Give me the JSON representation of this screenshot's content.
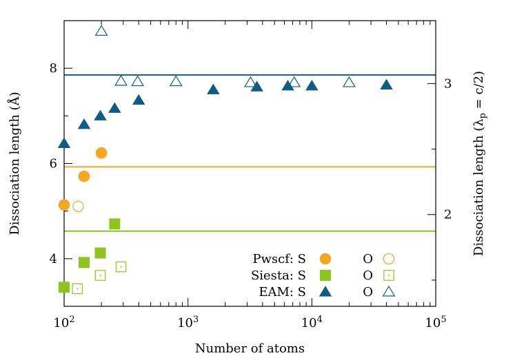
{
  "chart_data": {
    "type": "scatter",
    "x_scale": "log",
    "xlim": [
      100,
      100000
    ],
    "ylim": [
      3,
      9
    ],
    "y2lim": [
      1.3,
      3.48
    ],
    "xlabel": "Number of atoms",
    "ylabel": "Dissociation length  (Å)",
    "y2label_main": "Dissociation length  (λ",
    "y2label_sub": "p",
    "y2label_tail": " = c/2)",
    "x_ticks": [
      {
        "value": 100,
        "base": "10",
        "exp": "2"
      },
      {
        "value": 1000,
        "base": "10",
        "exp": "3"
      },
      {
        "value": 10000,
        "base": "10",
        "exp": "4"
      },
      {
        "value": 100000,
        "base": "10",
        "exp": "5"
      }
    ],
    "y_ticks": [
      {
        "value": 4,
        "label": "4"
      },
      {
        "value": 6,
        "label": "6"
      },
      {
        "value": 8,
        "label": "8"
      }
    ],
    "y2_ticks": [
      {
        "value": 2,
        "label": "2"
      },
      {
        "value": 3,
        "label": "3"
      }
    ],
    "y2_minor": [
      1.5,
      2.5
    ],
    "x_minor_ticks": [
      200,
      300,
      400,
      500,
      600,
      700,
      800,
      900,
      2000,
      3000,
      4000,
      5000,
      6000,
      7000,
      8000,
      9000,
      20000,
      30000,
      40000,
      50000,
      60000,
      70000,
      80000,
      90000
    ],
    "series": [
      {
        "name": "Pwscf: S",
        "color": "#f5a623",
        "marker": "circle",
        "filled": true,
        "x": [
          100,
          145,
          200
        ],
        "y": [
          5.13,
          5.73,
          6.22
        ]
      },
      {
        "name": "O",
        "color": "#f5a623",
        "marker": "circle",
        "filled": false,
        "x": [
          130
        ],
        "y": [
          5.1
        ]
      },
      {
        "name": "Siesta: S",
        "color": "#8fc31f",
        "marker": "square",
        "filled": true,
        "x": [
          100,
          145,
          196,
          256
        ],
        "y": [
          3.4,
          3.92,
          4.12,
          4.73
        ]
      },
      {
        "name": "O",
        "color": "#8fc31f",
        "marker": "square",
        "filled": false,
        "x": [
          128,
          196,
          288
        ],
        "y": [
          3.37,
          3.65,
          3.83
        ]
      },
      {
        "name": "EAM: S",
        "color": "#0f5c86",
        "marker": "triangle",
        "filled": true,
        "x": [
          100,
          145,
          196,
          256,
          400,
          1600,
          3600,
          6400,
          10000,
          40000
        ],
        "y": [
          6.42,
          6.82,
          7.0,
          7.16,
          7.33,
          7.55,
          7.61,
          7.63,
          7.63,
          7.65
        ]
      },
      {
        "name": "O",
        "color": "#0f5c86",
        "marker": "triangle",
        "filled": false,
        "x": [
          200,
          288,
          392,
          800,
          3200,
          7200,
          20000
        ],
        "y": [
          8.78,
          7.73,
          7.72,
          7.72,
          7.7,
          7.7,
          7.7
        ]
      }
    ],
    "hlines": [
      {
        "y": 7.86,
        "color": "#0f5c86"
      },
      {
        "y": 5.93,
        "color": "#f5a623"
      },
      {
        "y": 4.58,
        "color": "#8fc31f"
      }
    ]
  }
}
